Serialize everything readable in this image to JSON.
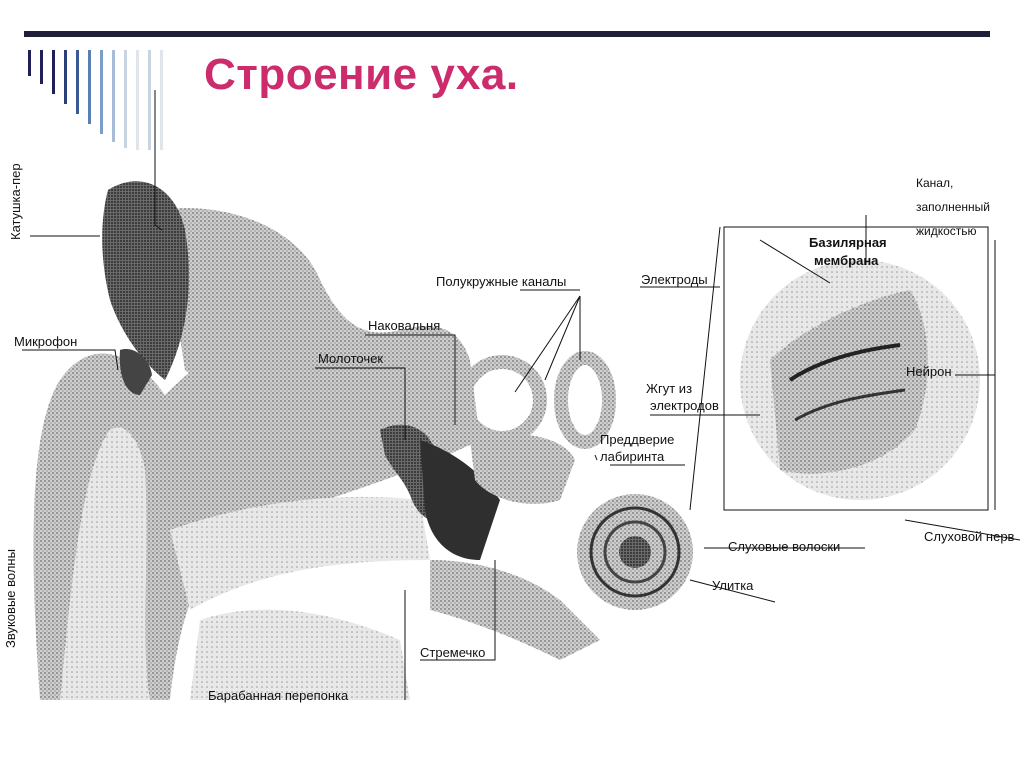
{
  "slide": {
    "title": "Строение уха.",
    "colors": {
      "title": "#cc2c6c",
      "rule": "#1f1f3a",
      "stripes": [
        "#1f1f5a",
        "#1f1f5a",
        "#1f1f5a",
        "#2a3f7a",
        "#3a5a96",
        "#5a7fb5",
        "#7a9ec8",
        "#a7bcd8",
        "#c9d4e3",
        "#e0e5ec"
      ]
    }
  },
  "labels": {
    "coil": "Катушка-пер",
    "microphone": "Микрофон",
    "sound_waves": "Звуковые волны",
    "semicircular_canals": "Полукружные каналы",
    "incus": "Наковальня",
    "malleus": "Молоточек",
    "vestibule_line1": "Преддверие",
    "vestibule_line2": "лабиринта",
    "hair_cells": "Слуховые волоски",
    "cochlea": "Улитка",
    "stapes": "Стремечко",
    "eardrum": "Барабанная перепонка",
    "electrodes": "Электроды",
    "electrode_bundle_line1": "Жгут из",
    "electrode_bundle_line2": "электродов",
    "basilar_line1": "Базилярная",
    "basilar_line2": "мембрана",
    "fluid_canal_line1": "Канал,",
    "fluid_canal_line2": "заполненный",
    "fluid_canal_line3": "жидкостью",
    "neuron": "Нейрон",
    "auditory_nerve": "Слуховой нерв"
  }
}
